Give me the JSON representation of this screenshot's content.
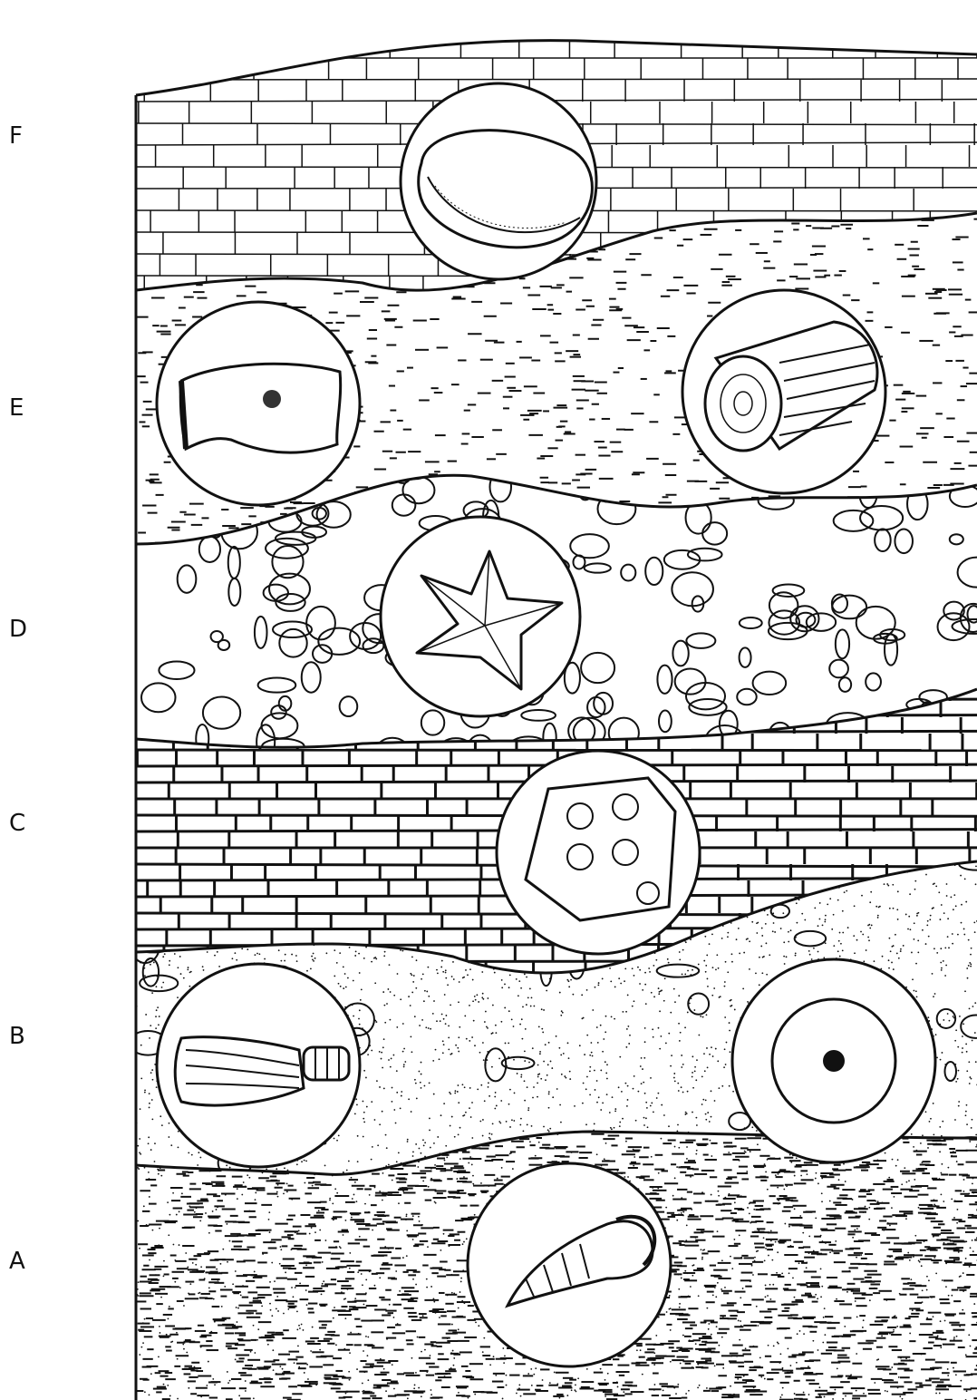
{
  "layer_labels": [
    "F",
    "E",
    "D",
    "C",
    "B",
    "A"
  ],
  "layers": [
    {
      "label": "F",
      "texture": "brick-light",
      "fossils": [
        "clam-shell"
      ]
    },
    {
      "label": "E",
      "texture": "shale-dash",
      "fossils": [
        "sponge",
        "petrified-wood"
      ]
    },
    {
      "label": "D",
      "texture": "pebble-conglomerate",
      "fossils": [
        "starfish"
      ]
    },
    {
      "label": "C",
      "texture": "brick-limestone",
      "fossils": [
        "coral"
      ]
    },
    {
      "label": "B",
      "texture": "sandstone-stippled",
      "fossils": [
        "crinoid",
        "ammonite"
      ]
    },
    {
      "label": "A",
      "texture": "shale-dense",
      "fossils": [
        "trilobite"
      ]
    }
  ],
  "colors": {
    "ink": "#111111",
    "paper": "#ffffff"
  }
}
